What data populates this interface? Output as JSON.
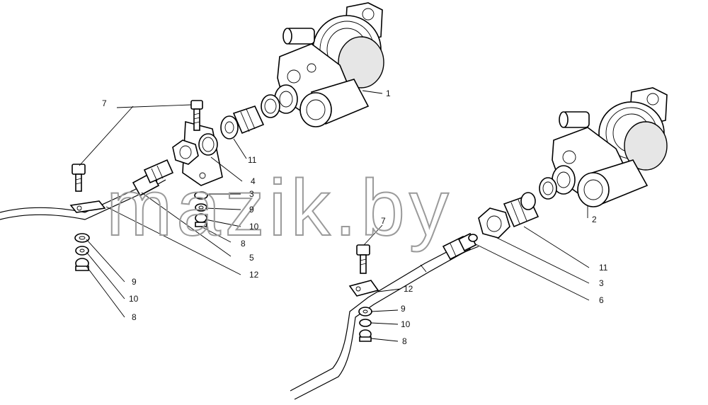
{
  "watermark": "mazik.by",
  "callouts": [
    {
      "id": "left-7",
      "text": "7"
    },
    {
      "id": "left-1",
      "text": "1"
    },
    {
      "id": "left-11",
      "text": "11"
    },
    {
      "id": "left-4",
      "text": "4"
    },
    {
      "id": "left-3",
      "text": "3"
    },
    {
      "id": "left-9a",
      "text": "9"
    },
    {
      "id": "left-10a",
      "text": "10"
    },
    {
      "id": "left-8a",
      "text": "8"
    },
    {
      "id": "left-5",
      "text": "5"
    },
    {
      "id": "left-12",
      "text": "12"
    },
    {
      "id": "left-9b",
      "text": "9"
    },
    {
      "id": "left-10b",
      "text": "10"
    },
    {
      "id": "left-8b",
      "text": "8"
    },
    {
      "id": "right-2",
      "text": "2"
    },
    {
      "id": "right-7",
      "text": "7"
    },
    {
      "id": "right-12",
      "text": "12"
    },
    {
      "id": "right-11",
      "text": "11"
    },
    {
      "id": "right-3",
      "text": "3"
    },
    {
      "id": "right-6",
      "text": "6"
    },
    {
      "id": "right-9",
      "text": "9"
    },
    {
      "id": "right-10",
      "text": "10"
    },
    {
      "id": "right-8",
      "text": "8"
    }
  ]
}
